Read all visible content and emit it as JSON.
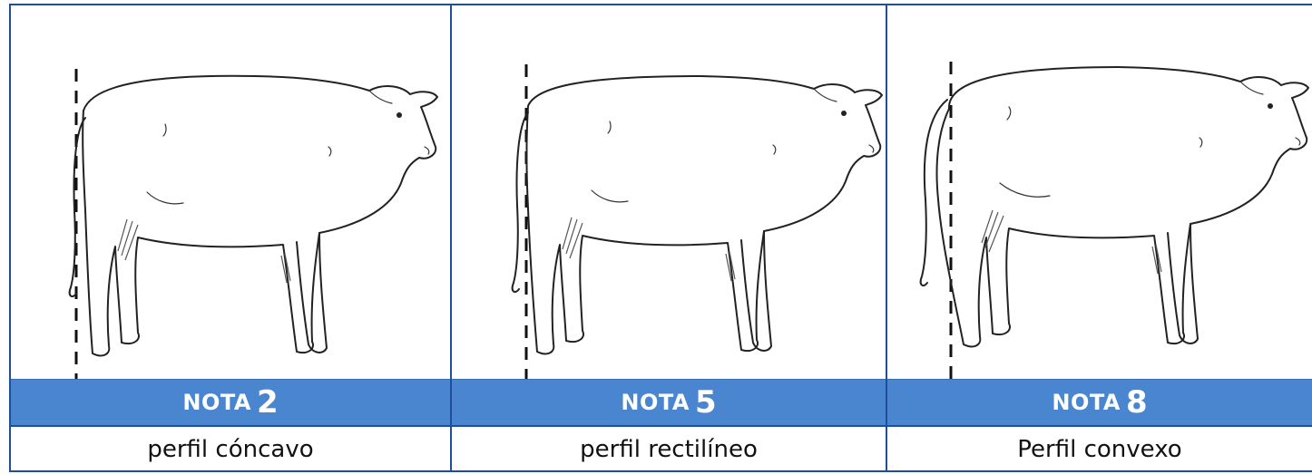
{
  "panels": [
    {
      "label_word": "NOTA",
      "label_number": "2",
      "caption": "perfil cóncavo"
    },
    {
      "label_word": "NOTA",
      "label_number": "5",
      "caption": "perfil rectilíneo"
    },
    {
      "label_word": "NOTA",
      "label_number": "8",
      "caption": "Perfil convexo"
    }
  ],
  "colors": {
    "border": "#1f4e9a",
    "band": "#4a86cf",
    "band_text": "#ffffff"
  }
}
